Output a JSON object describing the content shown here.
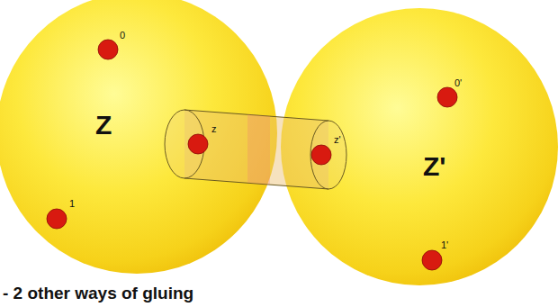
{
  "diagram": {
    "nodes": [
      {
        "text": [
          "Z"
        ]
      },
      {
        "text": [
          "Z'"
        ]
      }
    ],
    "labels": [
      "0",
      "z",
      "1",
      "0'",
      "z'",
      "1'",
      "- 2 other ways of gluing"
    ]
  }
}
